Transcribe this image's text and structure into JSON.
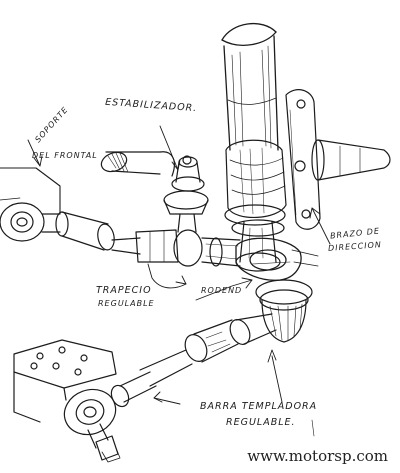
{
  "labels": {
    "soporte_line1": "SOPORTE",
    "soporte_line2": "DEL FRONTAL",
    "estabilizador": "ESTABILIZADOR.",
    "brazo_line1": "BRAZO DE",
    "brazo_line2": "DIRECCION",
    "trapecio_line1": "TRAPECIO",
    "trapecio_line2": "REGULABLE",
    "rodend": "RODEND",
    "barra_line1": "BARRA TEMPLADORA",
    "barra_line2": "REGULABLE."
  },
  "watermark": "www.motorsp.com",
  "colors": {
    "ink": "#1c1c1c",
    "paper": "#ffffff"
  }
}
